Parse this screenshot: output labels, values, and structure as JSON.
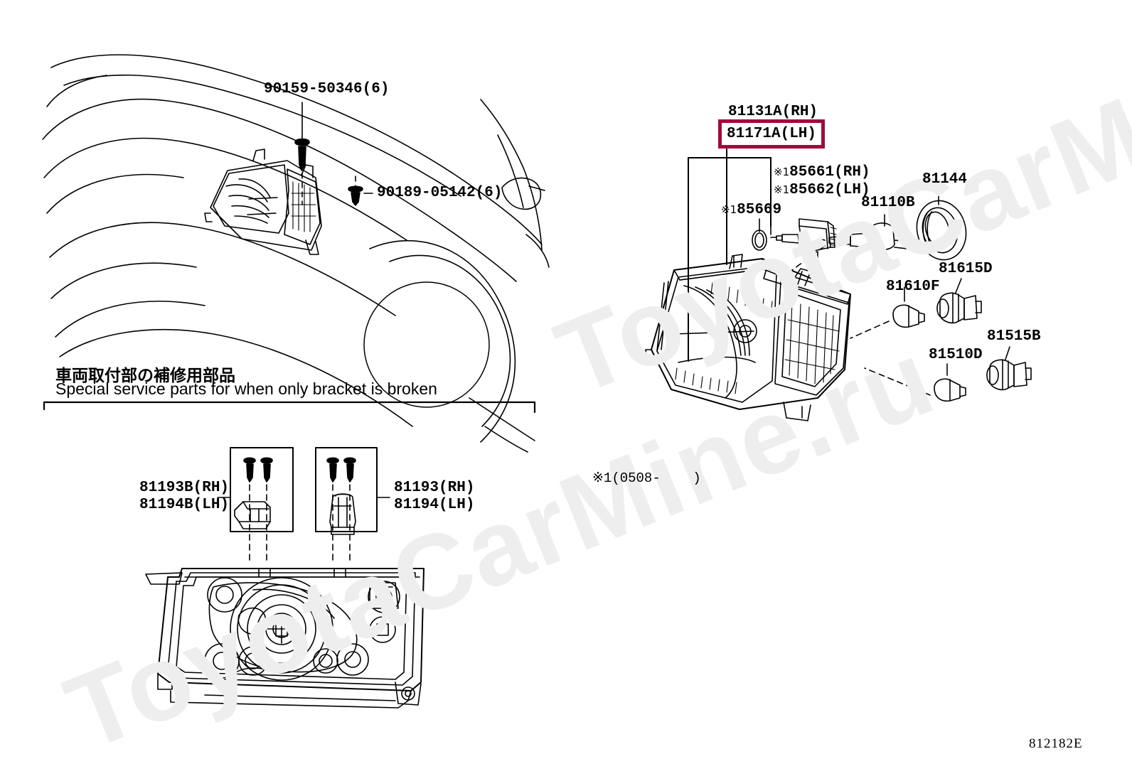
{
  "diagram": {
    "code": "812182E",
    "watermark": "ToyotaCarMine.ru"
  },
  "top_left_view": {
    "fasteners": [
      {
        "label": "90159-50346(6)"
      },
      {
        "label": "90189-05142(6)"
      }
    ]
  },
  "special_section": {
    "title_jp": "車両取付部の補修用部品",
    "title_en": "Special service parts for when only bracket is broken",
    "brackets": [
      {
        "label_rh": "81193B(RH)",
        "label_lh": "81194B(LH)"
      },
      {
        "label_rh": "81193(RH)",
        "label_lh": "81194(LH)"
      }
    ]
  },
  "assembly": {
    "highlight": {
      "label_rh": "81131A(RH)",
      "label_lh": "81171A(LH)",
      "border_color": "#9e0b3e"
    },
    "parts": [
      {
        "id": "p85661",
        "ref": "※1",
        "label": "85661(RH)"
      },
      {
        "id": "p85662",
        "ref": "※1",
        "label": "85662(LH)"
      },
      {
        "id": "p85669",
        "ref": "※1",
        "label": "85669"
      },
      {
        "id": "p81110B",
        "ref": "",
        "label": "81110B"
      },
      {
        "id": "p81144",
        "ref": "",
        "label": "81144"
      },
      {
        "id": "p81615D",
        "ref": "",
        "label": "81615D"
      },
      {
        "id": "p81610F",
        "ref": "",
        "label": "81610F"
      },
      {
        "id": "p81515B",
        "ref": "",
        "label": "81515B"
      },
      {
        "id": "p81510D",
        "ref": "",
        "label": "81510D"
      }
    ],
    "footnote": "※1(0508-    )"
  }
}
